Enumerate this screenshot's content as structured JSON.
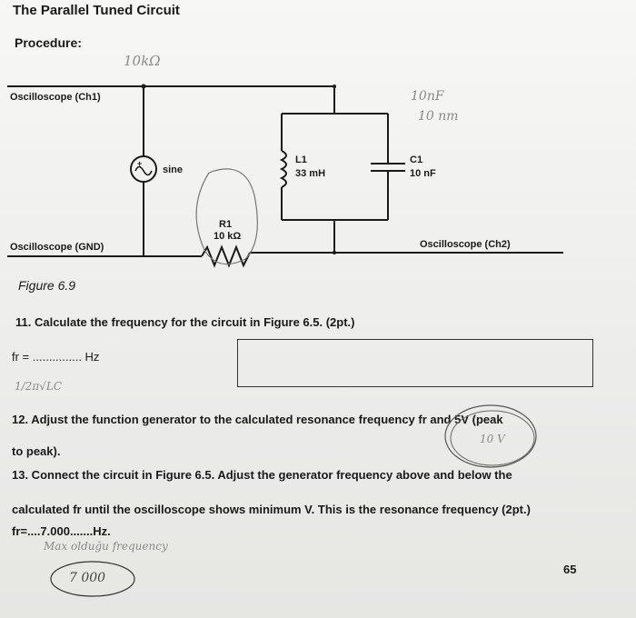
{
  "doc": {
    "title": "The Parallel Tuned Circuit",
    "procedure": "Procedure:",
    "figure_caption": "Figure 6.9",
    "page_number": "65"
  },
  "circuit": {
    "osc_ch1": "Oscilloscope (Ch1)",
    "osc_gnd": "Oscilloscope (GND)",
    "osc_ch2": "Oscilloscope (Ch2)",
    "source_label": "sine",
    "l1_name": "L1",
    "l1_value": "33 mH",
    "c1_name": "C1",
    "c1_value": "10 nF",
    "r1_name": "R1",
    "r1_value": "10 kΩ"
  },
  "questions": {
    "q11": "11. Calculate the frequency for the circuit in Figure 6.5. (2pt.)",
    "fr_line": "fr = ............... Hz",
    "q12_line1": "12. Adjust the function generator to the calculated resonance frequency fr and 5V (peak",
    "q12_line2": "to peak).",
    "q13_line1": "13. Connect the circuit in Figure 6.5. Adjust the generator frequency above and below the",
    "q13_line2": "calculated fr until the oscilloscope shows minimum V. This is the resonance frequency (2pt.)",
    "fr_answer_line": "fr=....7.000.......Hz."
  },
  "handwriting": {
    "resistor_note": "10kΩ",
    "cap_note_1": "10nF",
    "cap_note_2": "10 nm",
    "formula_note": "1/2π√LC",
    "vpp_note": "10 V",
    "freq_note": "Max olduğu frequency",
    "circled_value": "7 000"
  }
}
